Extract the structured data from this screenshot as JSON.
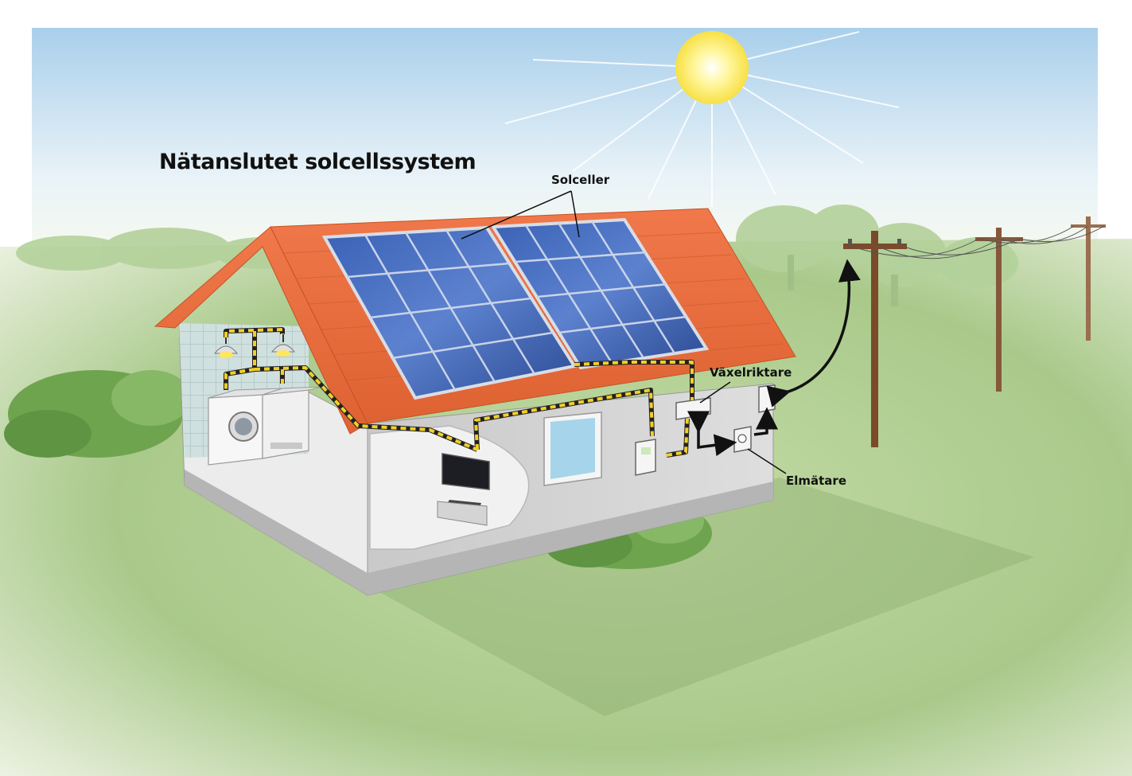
{
  "title": "Nätanslutet solcellssystem",
  "labels": {
    "solar_cells": "Solceller",
    "inverter": "Växelriktare",
    "electricity_meter": "Elmätare"
  },
  "colors": {
    "sky_top": "#bcd8ee",
    "grass": "#a9c98a",
    "roof": "#e8703e",
    "solar_panel": "#2e4f9c",
    "wall": "#d9d9d9",
    "cable_yellow": "#f2cf2a",
    "sun": "#fff27a"
  }
}
